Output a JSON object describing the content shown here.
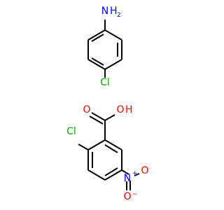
{
  "colors": {
    "bond": "#000000",
    "nitrogen": "#0000ff",
    "oxygen": "#ff0000",
    "chlorine": "#00aa00"
  },
  "molecule_1": {
    "atoms": {
      "amine_n": "N",
      "amine_h": "H",
      "amine_h_count": "2",
      "chlorine": "Cl"
    }
  },
  "molecule_2": {
    "atoms": {
      "carbonyl_o": "O",
      "hydroxyl_o": "O",
      "hydroxyl_h": "H",
      "chlorine": "Cl",
      "nitro_n": "N",
      "nitro_n_charge": "+",
      "nitro_o_top": "O",
      "nitro_o_bottom": "O",
      "nitro_o_charge": "−"
    }
  }
}
